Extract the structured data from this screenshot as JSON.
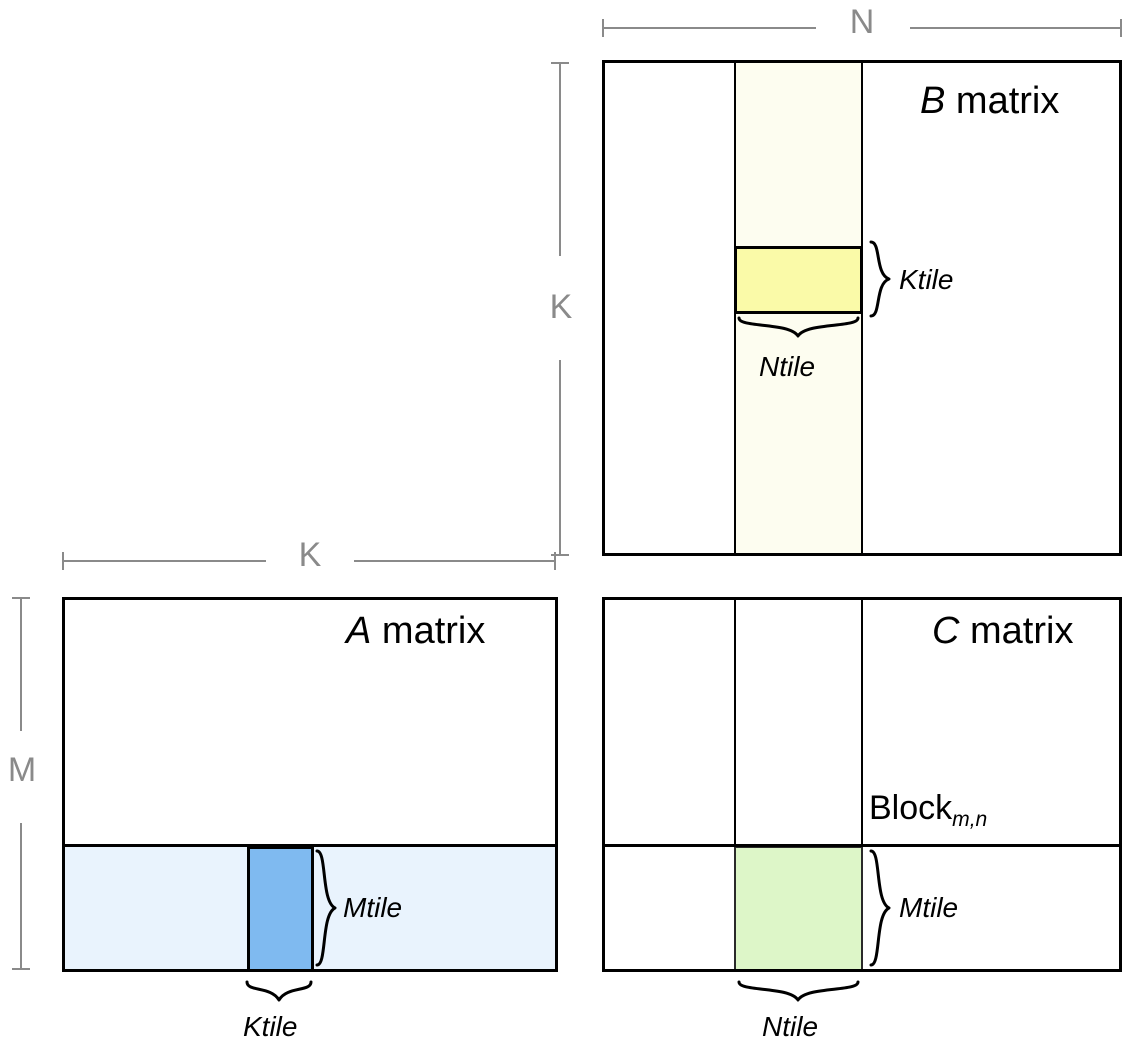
{
  "diagram": {
    "title_a": {
      "symbol": "A",
      "word": "matrix"
    },
    "title_b": {
      "symbol": "B",
      "word": "matrix"
    },
    "title_c": {
      "symbol": "C",
      "word": "matrix"
    },
    "block_label": {
      "base": "Block",
      "subscript": "m,n"
    },
    "dimensions": {
      "n": "N",
      "k_vertical": "K",
      "k_horizontal": "K",
      "m": "M"
    },
    "tiles": {
      "ktile_b": "Ktile",
      "ntile_b": "Ntile",
      "mtile_a": "Mtile",
      "ktile_a": "Ktile",
      "mtile_c": "Mtile",
      "ntile_c": "Ntile"
    },
    "colors": {
      "stroke": "#000000",
      "dim_gray": "#8a8a8a",
      "b_strip": "#fdfdf0",
      "b_tile": "#fafaa8",
      "a_strip": "#e9f3fd",
      "a_tile": "#7fbaf0",
      "c_tile": "#ddf6c8",
      "background": "#ffffff"
    }
  }
}
